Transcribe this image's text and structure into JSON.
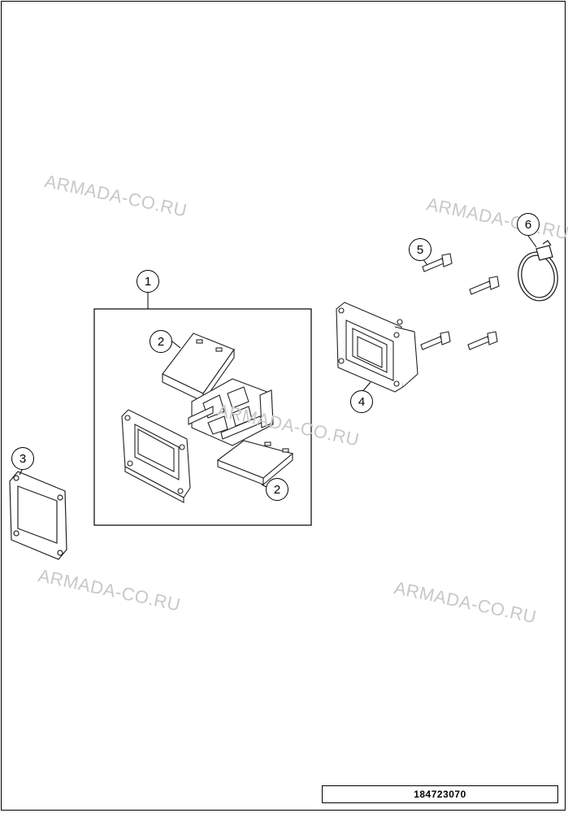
{
  "watermarks": [
    "ARMADA-CO.RU",
    "ARMADA-CO.RU",
    "ARMADA-CO.RU",
    "ARMADA-CO.RU",
    "ARMADA-CO.RU"
  ],
  "callouts": {
    "reed_valve_assembly": "1",
    "reed_petals_top": "2",
    "reed_petals_bottom": "2",
    "gasket": "3",
    "intake_flange": "4",
    "screw": "5",
    "hose_clamp": "6"
  },
  "document_number": "184723070"
}
